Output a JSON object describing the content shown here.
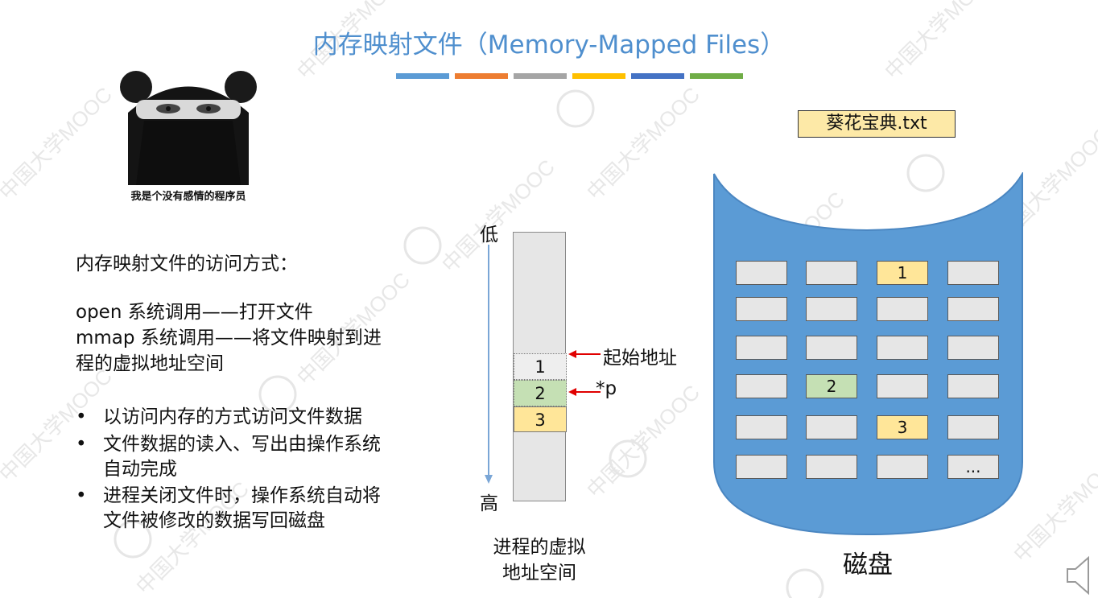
{
  "slide": {
    "title": "内存映射文件（Memory-Mapped Files）",
    "title_color": "#4f8fce",
    "title_bar_colors": [
      "#5b9bd5",
      "#ed7d31",
      "#a5a5a5",
      "#ffc000",
      "#4472c4",
      "#70ad47"
    ]
  },
  "meme": {
    "caption": "我是个没有感情的程序员"
  },
  "left_text": {
    "heading": "内存映射文件的访问方式：",
    "open_line": "open 系统调用——打开文件",
    "mmap_line1": "mmap 系统调用——将文件映射到进",
    "mmap_line2": "程的虚拟地址空间",
    "bullets": [
      {
        "line1": "以访问内存的方式访问文件数据",
        "line2": ""
      },
      {
        "line1": "文件数据的读入、写出由操作系统",
        "line2": "自动完成"
      },
      {
        "line1": "进程关闭文件时，操作系统自动将",
        "line2": "文件被修改的数据写回磁盘"
      }
    ],
    "bullet_symbol": "•"
  },
  "virtual_address_space": {
    "low_label": "低",
    "high_label": "高",
    "blocks": [
      "1",
      "2",
      "3"
    ],
    "start_address_label": "起始地址",
    "pointer_label": "*p",
    "caption_line1": "进程的虚拟",
    "caption_line2": "地址空间"
  },
  "disk": {
    "file_name": "葵花宝典.txt",
    "caption": "磁盘",
    "color": "#5b9bd5",
    "grid": [
      [
        "",
        "",
        "1",
        ""
      ],
      [
        "",
        "",
        "",
        ""
      ],
      [
        "",
        "",
        "",
        ""
      ],
      [
        "",
        "2",
        "",
        ""
      ],
      [
        "",
        "",
        "3",
        ""
      ],
      [
        "",
        "",
        "",
        "..."
      ]
    ]
  }
}
